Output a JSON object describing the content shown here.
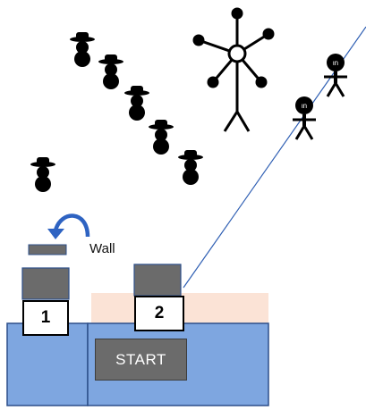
{
  "scene": {
    "wall_label": "Wall",
    "start_label": "START",
    "slot_1_label": "1",
    "slot_2_label": "2"
  },
  "icons": {
    "target": "bowler-hat-figure-icon",
    "boss": "star-stick-figure-icon",
    "enemy": "masked-stick-figure-icon",
    "arrow": "curved-arrow-icon"
  },
  "colors": {
    "base_blue": "#7ea6e0",
    "base_blue_border": "#2d4f8a",
    "peach_strip": "#fbe3d6",
    "block_gray": "#6b6b6b",
    "arrow_blue": "#2e63c2",
    "laser_line": "#2f5fb3"
  }
}
